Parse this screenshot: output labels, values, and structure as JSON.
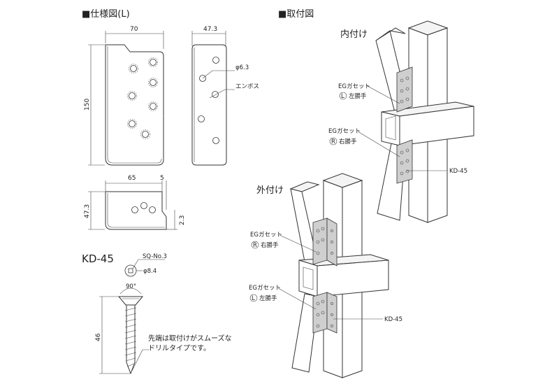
{
  "headings": {
    "spec": "■仕様図(L)",
    "install": "■取付図"
  },
  "spec_dims": {
    "top_width": "70",
    "height": "150",
    "side_width": "47.3",
    "hole_dia": "φ6.3",
    "emboss": "エンボス",
    "bottom_width": "65",
    "bottom_edge": "5",
    "bottom_height": "47.3",
    "bottom_thick": "2.3"
  },
  "screw": {
    "model": "KD-45",
    "head_label": "SQ-No.3",
    "dia": "φ8.4",
    "angle": "90°",
    "length": "46",
    "note_line1": "先端は取付けがスムーズな",
    "note_line2": "ドリルタイプです。"
  },
  "install": {
    "inner_title": "内付け",
    "outer_title": "外付け",
    "inner_left_label": "EGガセット",
    "inner_left_mark": "L",
    "inner_left_side": "左勝手",
    "inner_right_label": "EGガセット",
    "inner_right_mark": "R",
    "inner_right_side": "右勝手",
    "inner_screw": "KD-45",
    "outer_top_label": "EGガセット",
    "outer_top_mark": "R",
    "outer_top_side": "右勝手",
    "outer_bottom_label": "EGガセット",
    "outer_bottom_mark": "L",
    "outer_bottom_side": "左勝手",
    "outer_screw": "KD-45"
  }
}
